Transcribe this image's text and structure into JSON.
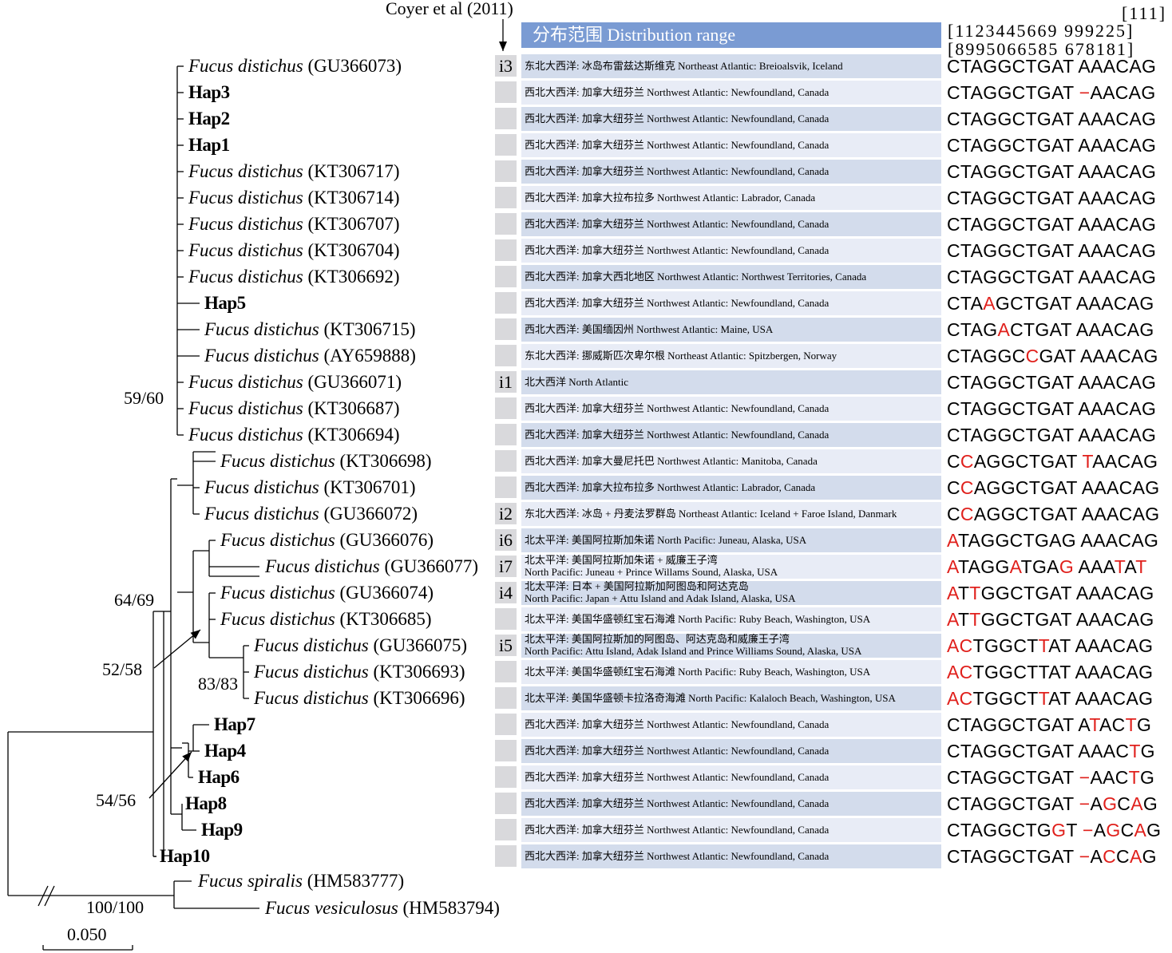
{
  "reference_label": "Coyer et al (2011)",
  "distribution_header": "分布范围 Distribution range",
  "position_header": {
    "line1": "[111]",
    "line2": "[1123445669 999225]",
    "line3": "[8995066585 678181]"
  },
  "scale_bar_label": "0.050",
  "support_values": [
    "59/60",
    "64/69",
    "52/58",
    "83/83",
    "54/56",
    "100/100"
  ],
  "rows": [
    {
      "taxon": "Fucus distichus",
      "acc": "(GU366073)",
      "hap": false,
      "id": "i3",
      "dist": [
        "东北大西洋: 冰岛布雷兹达斯维克 Northeast Atlantic: Breioalsvik, Iceland"
      ],
      "seq": "CTAGGCTGAT AAACAG",
      "red": []
    },
    {
      "taxon": "Hap3",
      "acc": "",
      "hap": true,
      "id": "",
      "dist": [
        "西北大西洋: 加拿大纽芬兰 Northwest Atlantic: Newfoundland, Canada"
      ],
      "seq": "CTAGGCTGAT −AACAG",
      "red": [
        11
      ]
    },
    {
      "taxon": "Hap2",
      "acc": "",
      "hap": true,
      "id": "",
      "dist": [
        "西北大西洋: 加拿大纽芬兰 Northwest Atlantic: Newfoundland, Canada"
      ],
      "seq": "CTAGGCTGAT AAACAG",
      "red": []
    },
    {
      "taxon": "Hap1",
      "acc": "",
      "hap": true,
      "id": "",
      "dist": [
        "西北大西洋: 加拿大纽芬兰 Northwest Atlantic: Newfoundland, Canada"
      ],
      "seq": "CTAGGCTGAT AAACAG",
      "red": []
    },
    {
      "taxon": "Fucus distichus",
      "acc": "(KT306717)",
      "hap": false,
      "id": "",
      "dist": [
        "西北大西洋: 加拿大纽芬兰 Northwest Atlantic: Newfoundland, Canada"
      ],
      "seq": "CTAGGCTGAT AAACAG",
      "red": []
    },
    {
      "taxon": "Fucus distichus",
      "acc": "(KT306714)",
      "hap": false,
      "id": "",
      "dist": [
        "西北大西洋: 加拿大拉布拉多 Northwest Atlantic: Labrador, Canada"
      ],
      "seq": "CTAGGCTGAT AAACAG",
      "red": []
    },
    {
      "taxon": "Fucus distichus",
      "acc": "(KT306707)",
      "hap": false,
      "id": "",
      "dist": [
        "西北大西洋: 加拿大纽芬兰 Northwest Atlantic: Newfoundland, Canada"
      ],
      "seq": "CTAGGCTGAT AAACAG",
      "red": []
    },
    {
      "taxon": "Fucus distichus",
      "acc": "(KT306704)",
      "hap": false,
      "id": "",
      "dist": [
        "西北大西洋: 加拿大纽芬兰 Northwest Atlantic: Newfoundland, Canada"
      ],
      "seq": "CTAGGCTGAT AAACAG",
      "red": []
    },
    {
      "taxon": "Fucus distichus",
      "acc": "(KT306692)",
      "hap": false,
      "id": "",
      "dist": [
        "西北大西洋: 加拿大西北地区 Northwest Atlantic: Northwest Territories, Canada"
      ],
      "seq": "CTAGGCTGAT AAACAG",
      "red": []
    },
    {
      "taxon": "Hap5",
      "acc": "",
      "hap": true,
      "id": "",
      "dist": [
        "西北大西洋: 加拿大纽芬兰 Northwest Atlantic: Newfoundland, Canada"
      ],
      "seq": "CTAAGCTGAT AAACAG",
      "red": [
        3
      ]
    },
    {
      "taxon": "Fucus distichus",
      "acc": "(KT306715)",
      "hap": false,
      "id": "",
      "dist": [
        "西北大西洋: 美国缅因州 Northwest Atlantic: Maine, USA"
      ],
      "seq": "CTAGACTGAT AAACAG",
      "red": [
        4
      ]
    },
    {
      "taxon": "Fucus distichus",
      "acc": "(AY659888)",
      "hap": false,
      "id": "",
      "dist": [
        "东北大西洋: 挪威斯匹次卑尔根 Northeast Atlantic: Spitzbergen, Norway"
      ],
      "seq": "CTAGGCCGAT AAACAG",
      "red": [
        6
      ]
    },
    {
      "taxon": "Fucus distichus",
      "acc": "(GU366071)",
      "hap": false,
      "id": "i1",
      "dist": [
        "北大西洋 North Atlantic"
      ],
      "seq": "CTAGGCTGAT AAACAG",
      "red": []
    },
    {
      "taxon": "Fucus distichus",
      "acc": "(KT306687)",
      "hap": false,
      "id": "",
      "dist": [
        "西北大西洋: 加拿大纽芬兰 Northwest Atlantic: Newfoundland, Canada"
      ],
      "seq": "CTAGGCTGAT AAACAG",
      "red": []
    },
    {
      "taxon": "Fucus distichus",
      "acc": "(KT306694)",
      "hap": false,
      "id": "",
      "dist": [
        "西北大西洋: 加拿大纽芬兰 Northwest Atlantic: Newfoundland, Canada"
      ],
      "seq": "CTAGGCTGAT AAACAG",
      "red": []
    },
    {
      "taxon": "Fucus distichus",
      "acc": "(KT306698)",
      "hap": false,
      "id": "",
      "dist": [
        "西北大西洋: 加拿大曼尼托巴 Northwest Atlantic: Manitoba, Canada"
      ],
      "seq": "CCAGGCTGAT TAACAG",
      "red": [
        1,
        11
      ]
    },
    {
      "taxon": "Fucus distichus",
      "acc": "(KT306701)",
      "hap": false,
      "id": "",
      "dist": [
        "西北大西洋: 加拿大拉布拉多 Northwest Atlantic: Labrador, Canada"
      ],
      "seq": "CCAGGCTGAT AAACAG",
      "red": [
        1
      ]
    },
    {
      "taxon": "Fucus distichus",
      "acc": "(GU366072)",
      "hap": false,
      "id": "i2",
      "dist": [
        "东北大西洋: 冰岛 + 丹麦法罗群岛 Northeast Atlantic: Iceland + Faroe Island, Danmark"
      ],
      "seq": "CCAGGCTGAT AAACAG",
      "red": [
        1
      ]
    },
    {
      "taxon": "Fucus distichus",
      "acc": "(GU366076)",
      "hap": false,
      "id": "i6",
      "dist": [
        "北太平洋: 美国阿拉斯加朱诺 North Pacific: Juneau, Alaska, USA"
      ],
      "seq": "ATAGGCTGAG AAACAG",
      "red": [
        0
      ]
    },
    {
      "taxon": "Fucus distichus",
      "acc": "(GU366077)",
      "hap": false,
      "id": "i7",
      "dist": [
        "北太平洋: 美国阿拉斯加朱诺 + 威廉王子湾",
        "North Pacific: Juneau + Prince Willams Sound, Alaska, USA"
      ],
      "seq": "ATAGGATGAG AAATAT",
      "red": [
        0,
        5,
        9,
        14,
        16
      ]
    },
    {
      "taxon": "Fucus distichus",
      "acc": "(GU366074)",
      "hap": false,
      "id": "i4",
      "dist": [
        "北太平洋: 日本 + 美国阿拉斯加阿图岛和阿达克岛",
        "North Pacific: Japan + Attu Island and Adak Island, Alaska, USA"
      ],
      "seq": "ATTGGCTGAT AAACAG",
      "red": [
        0,
        2
      ]
    },
    {
      "taxon": "Fucus distichus",
      "acc": "(KT306685)",
      "hap": false,
      "id": "",
      "dist": [
        "北太平洋: 美国华盛顿红宝石海滩 North Pacific: Ruby Beach, Washington, USA"
      ],
      "seq": "ATTGGCTGAT AAACAG",
      "red": [
        0,
        2
      ]
    },
    {
      "taxon": "Fucus distichus",
      "acc": "(GU366075)",
      "hap": false,
      "id": "i5",
      "dist": [
        "北太平洋: 美国阿拉斯加的阿图岛、阿达克岛和威廉王子湾",
        "North Pacific: Attu Island, Adak Island and Prince Williams Sound, Alaska, USA"
      ],
      "seq": "ACTGGCTTAT AAACAG",
      "red": [
        0,
        1,
        7
      ]
    },
    {
      "taxon": "Fucus distichus",
      "acc": "(KT306693)",
      "hap": false,
      "id": "",
      "dist": [
        "北太平洋: 美国华盛顿红宝石海滩 North Pacific: Ruby Beach, Washington, USA"
      ],
      "seq": "ACTGGCTTAT AAACAG",
      "red": [
        0,
        1
      ]
    },
    {
      "taxon": "Fucus distichus",
      "acc": "(KT306696)",
      "hap": false,
      "id": "",
      "dist": [
        "北太平洋: 美国华盛顿卡拉洛奇海滩 North Pacific: Kalaloch Beach, Washington, USA"
      ],
      "seq": "ACTGGCTTAT AAACAG",
      "red": [
        0,
        1,
        7
      ]
    },
    {
      "taxon": "Hap7",
      "acc": "",
      "hap": true,
      "id": "",
      "dist": [
        "西北大西洋: 加拿大纽芬兰 Northwest Atlantic: Newfoundland, Canada"
      ],
      "seq": "CTAGGCTGAT ATACTG",
      "red": [
        12,
        15
      ]
    },
    {
      "taxon": "Hap4",
      "acc": "",
      "hap": true,
      "id": "",
      "dist": [
        "西北大西洋: 加拿大纽芬兰 Northwest Atlantic: Newfoundland, Canada"
      ],
      "seq": "CTAGGCTGAT AAACTG",
      "red": [
        15
      ]
    },
    {
      "taxon": "Hap6",
      "acc": "",
      "hap": true,
      "id": "",
      "dist": [
        "西北大西洋: 加拿大纽芬兰 Northwest Atlantic: Newfoundland, Canada"
      ],
      "seq": "CTAGGCTGAT −AACTG",
      "red": [
        11,
        15
      ]
    },
    {
      "taxon": "Hap8",
      "acc": "",
      "hap": true,
      "id": "",
      "dist": [
        "西北大西洋: 加拿大纽芬兰 Northwest Atlantic: Newfoundland, Canada"
      ],
      "seq": "CTAGGCTGAT −AGCAG",
      "red": [
        11,
        13,
        15
      ]
    },
    {
      "taxon": "Hap9",
      "acc": "",
      "hap": true,
      "id": "",
      "dist": [
        "西北大西洋: 加拿大纽芬兰 Northwest Atlantic: Newfoundland, Canada"
      ],
      "seq": "CTAGGCTGGT −AGCAG",
      "red": [
        8,
        11,
        13,
        15
      ]
    },
    {
      "taxon": "Hap10",
      "acc": "",
      "hap": true,
      "id": "",
      "dist": [
        "西北大西洋: 加拿大纽芬兰 Northwest Atlantic: Newfoundland, Canada"
      ],
      "seq": "CTAGGCTGAT −ACCAG",
      "red": [
        11,
        13,
        15
      ]
    }
  ],
  "outgroups": [
    {
      "taxon": "Fucus spiralis",
      "acc": "(HM583777)"
    },
    {
      "taxon": "Fucus vesiculosus",
      "acc": "(HM583794)"
    }
  ]
}
